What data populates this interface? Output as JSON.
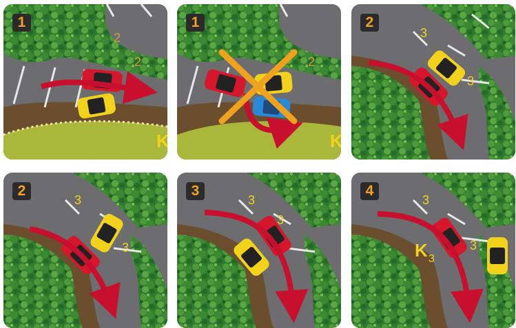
{
  "steps": [
    {
      "label": "1",
      "cancelled": false
    },
    {
      "label": "1",
      "cancelled": true
    },
    {
      "label": "2",
      "cancelled": false
    },
    {
      "label": "2",
      "cancelled": false
    },
    {
      "label": "3",
      "cancelled": false
    },
    {
      "label": "4",
      "cancelled": false
    }
  ],
  "colors": {
    "asphalt": "#6d6d70",
    "grass": "#2f7a2e",
    "player_car": "#d6162a",
    "other_car": "#f2d21b",
    "blue_car": "#2a88d8",
    "arrow": "#c8102e",
    "cross": "#f0a11d",
    "badge_bg": "#2b2b2b",
    "badge_text": "#f4a21e"
  }
}
